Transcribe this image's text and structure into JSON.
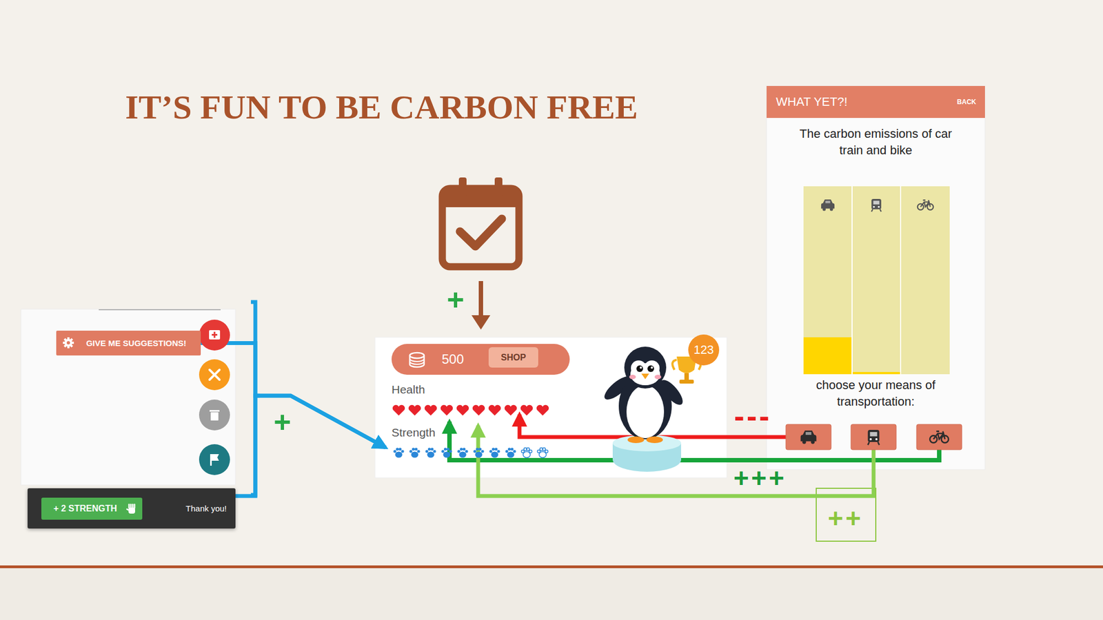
{
  "diagram": {
    "title": "IT’S FUN TO BE CARBON FREE",
    "nodes": [
      {
        "text": [
          "GIVE ME SUGGESTIONS!"
        ]
      },
      {
        "text": [
          "Thank you!"
        ]
      },
      {
        "text": [
          "+ 2 STRENGTH"
        ],
        "in": 1
      },
      {
        "text": [
          "Health",
          "Strength"
        ]
      },
      {
        "text": [
          "500"
        ],
        "in": 3
      },
      {
        "text": [
          "SHOP"
        ],
        "in": 4
      },
      {
        "text": [
          "123"
        ],
        "in": 3
      },
      {
        "text": [
          "The carbon emissions of car train and bike",
          "choose your means of transportation:"
        ]
      },
      {
        "text": [
          "WHAT YET?!",
          "BACK"
        ],
        "in": 7
      }
    ],
    "edges": [
      {
        "from": 0,
        "to": 3,
        "arrow": "to",
        "label": "+"
      },
      {
        "from": 1,
        "to": 3,
        "arrow": "to"
      },
      {
        "from": 7,
        "to": 3,
        "arrow": "to",
        "label": "---"
      },
      {
        "from": 7,
        "to": 3,
        "arrow": "to",
        "label": "+++"
      },
      {
        "from": 7,
        "to": 3,
        "arrow": "to",
        "label": "++"
      }
    ],
    "labels": [
      "+"
    ]
  }
}
